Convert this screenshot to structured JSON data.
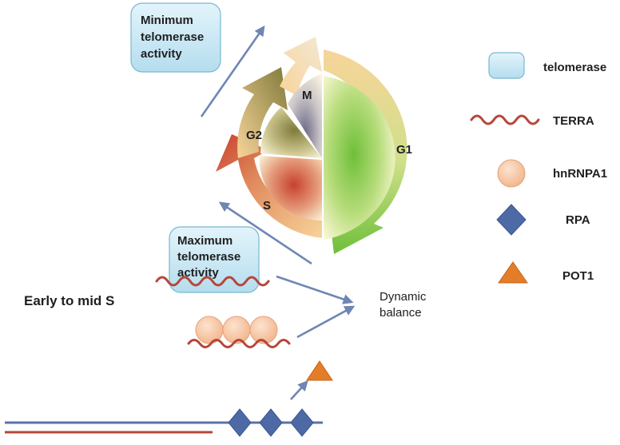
{
  "cycle": {
    "phases": {
      "m": "M",
      "g1": "G1",
      "g2": "G2",
      "s": "S"
    }
  },
  "boxes": {
    "minimum": [
      "Minimum",
      "telomerase",
      "activity"
    ],
    "maximum": [
      "Maximum",
      "telomerase",
      "activity"
    ]
  },
  "labels": {
    "phase_window": "Early to mid S",
    "dynamic_balance": [
      "Dynamic",
      "balance"
    ]
  },
  "legend": {
    "items": [
      {
        "label": "telomerase",
        "icon": "telomerase-box-icon"
      },
      {
        "label": "TERRA",
        "icon": "terra-wave-icon"
      },
      {
        "label": "hnRNPA1",
        "icon": "hnrnpa1-circle-icon"
      },
      {
        "label": "RPA",
        "icon": "rpa-diamond-icon"
      },
      {
        "label": "POT1",
        "icon": "pot1-triangle-icon"
      }
    ]
  },
  "colors": {
    "g1": "#6fbf3a",
    "s": "#c8412e",
    "g2": "#7f7a3a",
    "m": "#6e6a86",
    "ring": "#f6cc8a",
    "box_fill": "#c7e8f4",
    "box_stroke": "#79b7d1",
    "arrow": "#6f86b3",
    "terra": "#b5473a",
    "hnrnpa1": "#f6c8a5",
    "rpa": "#4d6aa6",
    "pot1": "#e47d28",
    "dna_blue": "#5873ab",
    "dna_red": "#b5473a"
  }
}
